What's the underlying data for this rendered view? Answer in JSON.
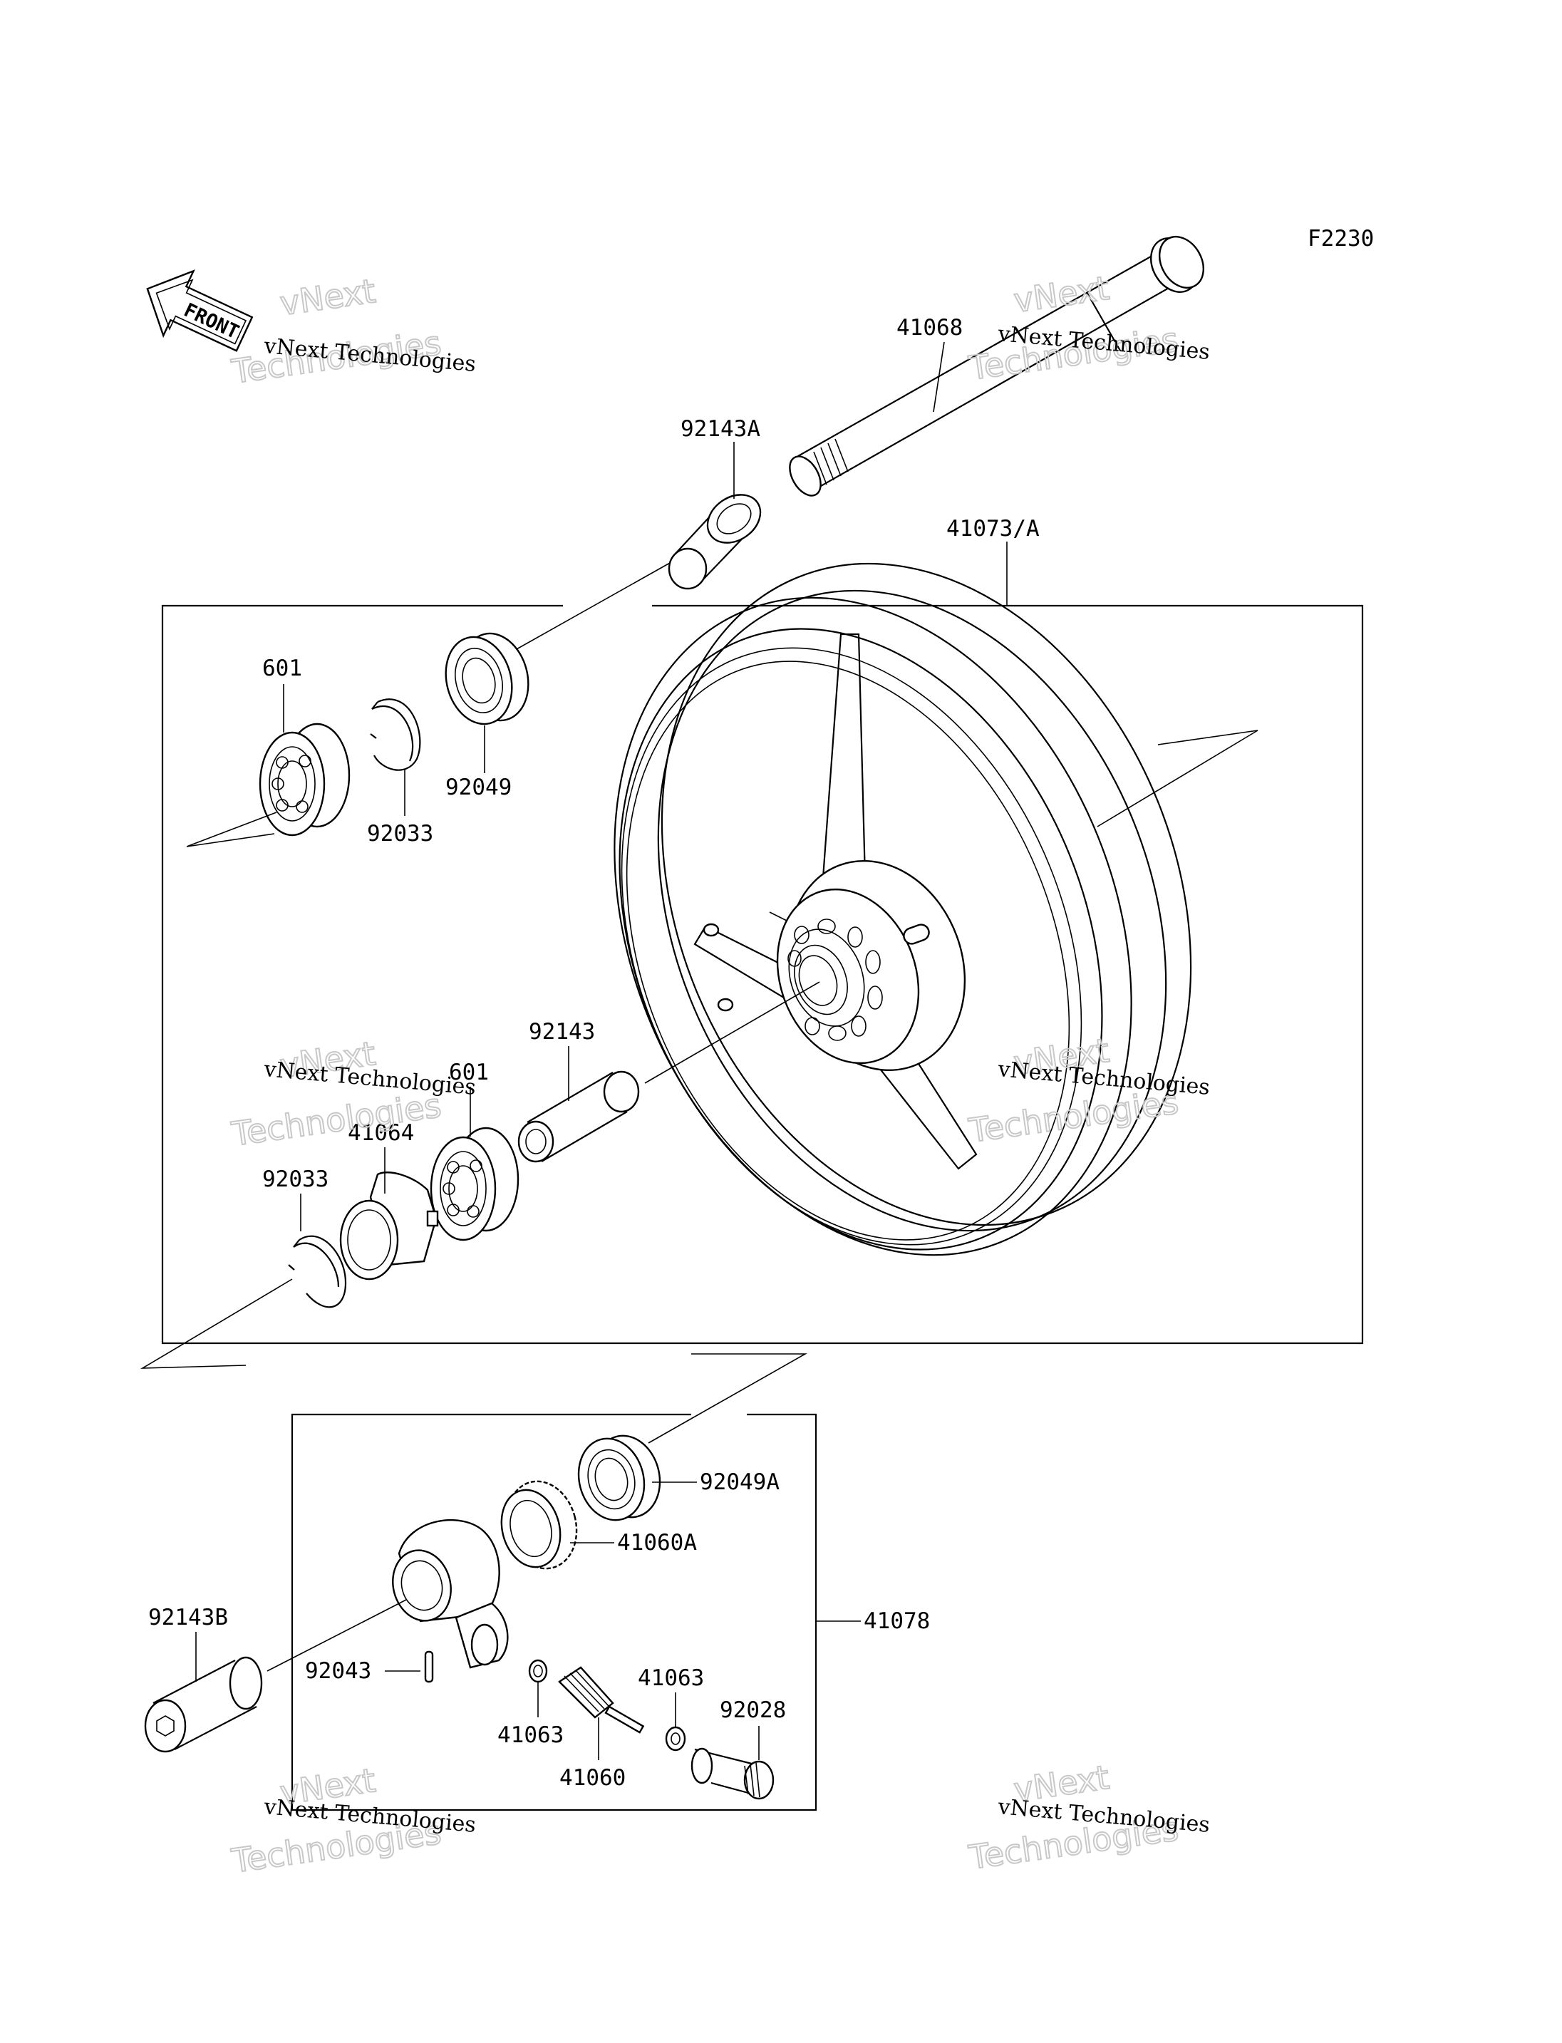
{
  "figure_code": "F2230",
  "front_label": "FRONT",
  "parts": {
    "p41068": "41068",
    "p92143A": "92143A",
    "p41073A": "41073/A",
    "p601a": "601",
    "p92049": "92049",
    "p92033a": "92033",
    "p92143": "92143",
    "p601b": "601",
    "p41064": "41064",
    "p92033b": "92033",
    "p92049A": "92049A",
    "p41060A": "41060A",
    "p41078": "41078",
    "p92143B": "92143B",
    "p92043": "92043",
    "p41063a": "41063",
    "p41063b": "41063",
    "p92028": "92028",
    "p41060": "41060"
  },
  "watermark": {
    "company": "vNext Technologies",
    "big1": "vNext",
    "big2": "Technologies"
  }
}
